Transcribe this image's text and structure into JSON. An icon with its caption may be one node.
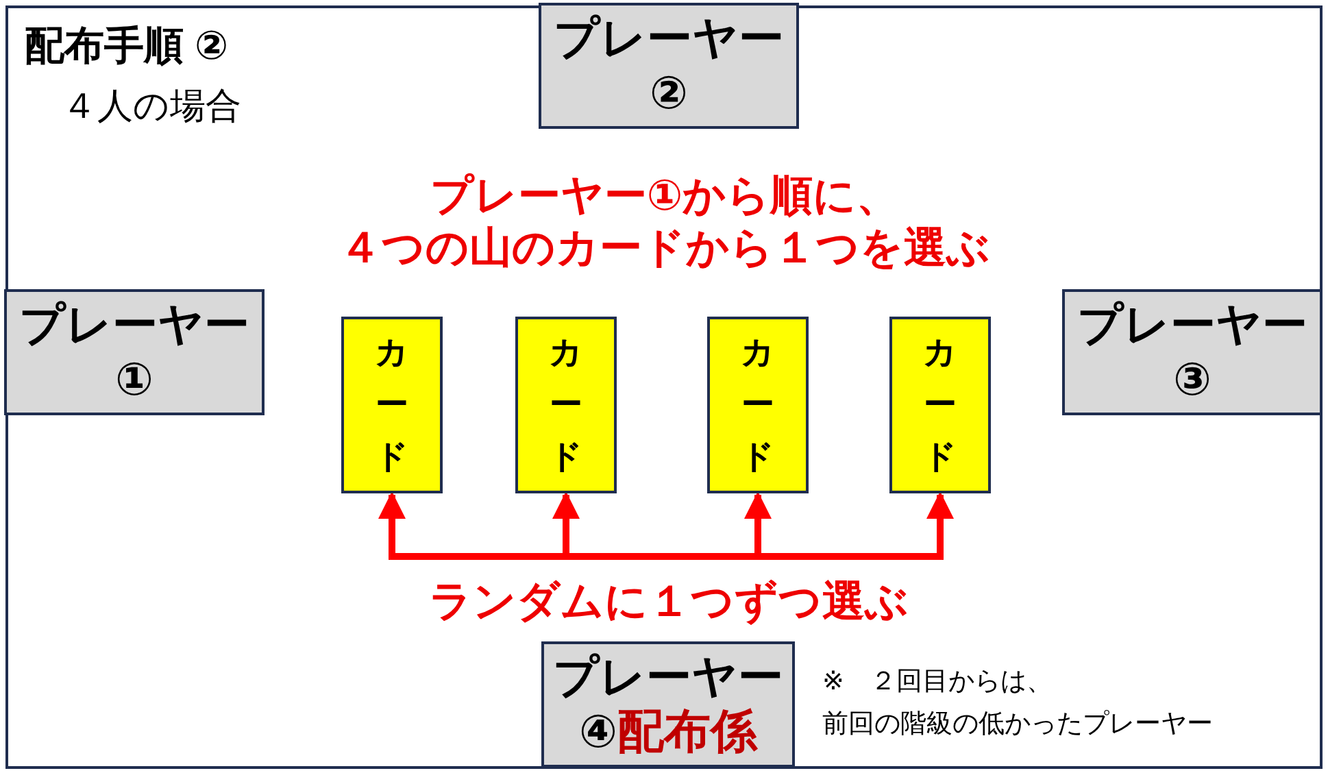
{
  "diagram": {
    "title": "配布手順 ②",
    "nodes": [
      {
        "text": [
          "プレーヤー ②"
        ]
      },
      {
        "text": [
          "プレーヤー ①"
        ]
      },
      {
        "text": [
          "カード"
        ]
      },
      {
        "text": [
          "カード"
        ]
      },
      {
        "text": [
          "カード"
        ]
      },
      {
        "text": [
          "カード"
        ]
      },
      {
        "text": [
          "プレーヤー ③"
        ]
      },
      {
        "text": [
          "プレーヤー ④",
          "配布係"
        ]
      }
    ],
    "edges": [
      {
        "from": null,
        "to": 2,
        "arrow": "to"
      },
      {
        "from": null,
        "to": 3,
        "arrow": "to"
      },
      {
        "from": null,
        "to": 4,
        "arrow": "to"
      },
      {
        "from": null,
        "to": 5,
        "arrow": "to"
      }
    ],
    "labels": [
      "４人の場合",
      "プレーヤー①から順に、",
      "４つの山のカードから１つを選ぶ",
      "ランダムに１つずつ選ぶ",
      "※　２回目からは、",
      "前回の階級の低かったプレーヤー"
    ]
  }
}
